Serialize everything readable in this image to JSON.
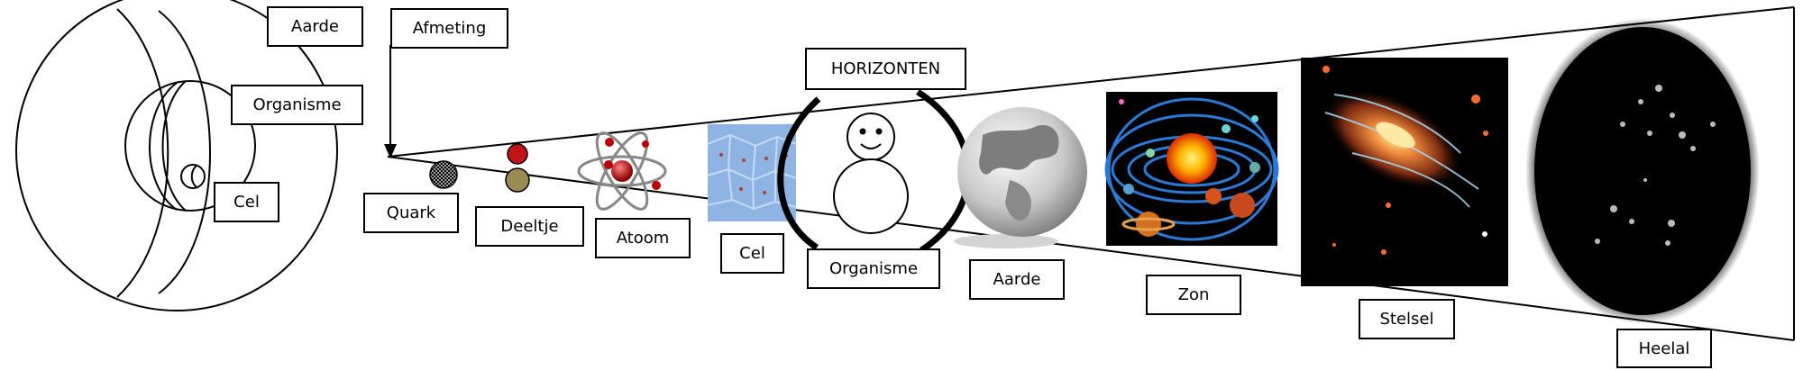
{
  "title": "HORIZONTEN",
  "axis_label": "Afmeting",
  "nested_labels": {
    "aarde": "Aarde",
    "organisme": "Organisme",
    "cel": "Cel"
  },
  "scale_labels": [
    "Quark",
    "Deeltje",
    "Atoom",
    "Cel",
    "Organisme",
    "Aarde",
    "Zon",
    "Stelsel",
    "Heelal"
  ],
  "icons": [
    "nested-spheres-icon",
    "quark-icon",
    "particles-icon",
    "atom-icon",
    "cell-tissue-icon",
    "snowman-organism-icon",
    "globe-icon",
    "solar-system-icon",
    "galaxy-icon",
    "universe-icon"
  ],
  "colors": {
    "line": "#000000",
    "particle_red": "#c4121b",
    "particle_olive": "#9a8b55",
    "cell_blue": "#8fb4e4",
    "sun": "#f5b300",
    "orbit": "#2b7bd6",
    "galaxy_glow": "#f6c28a"
  }
}
